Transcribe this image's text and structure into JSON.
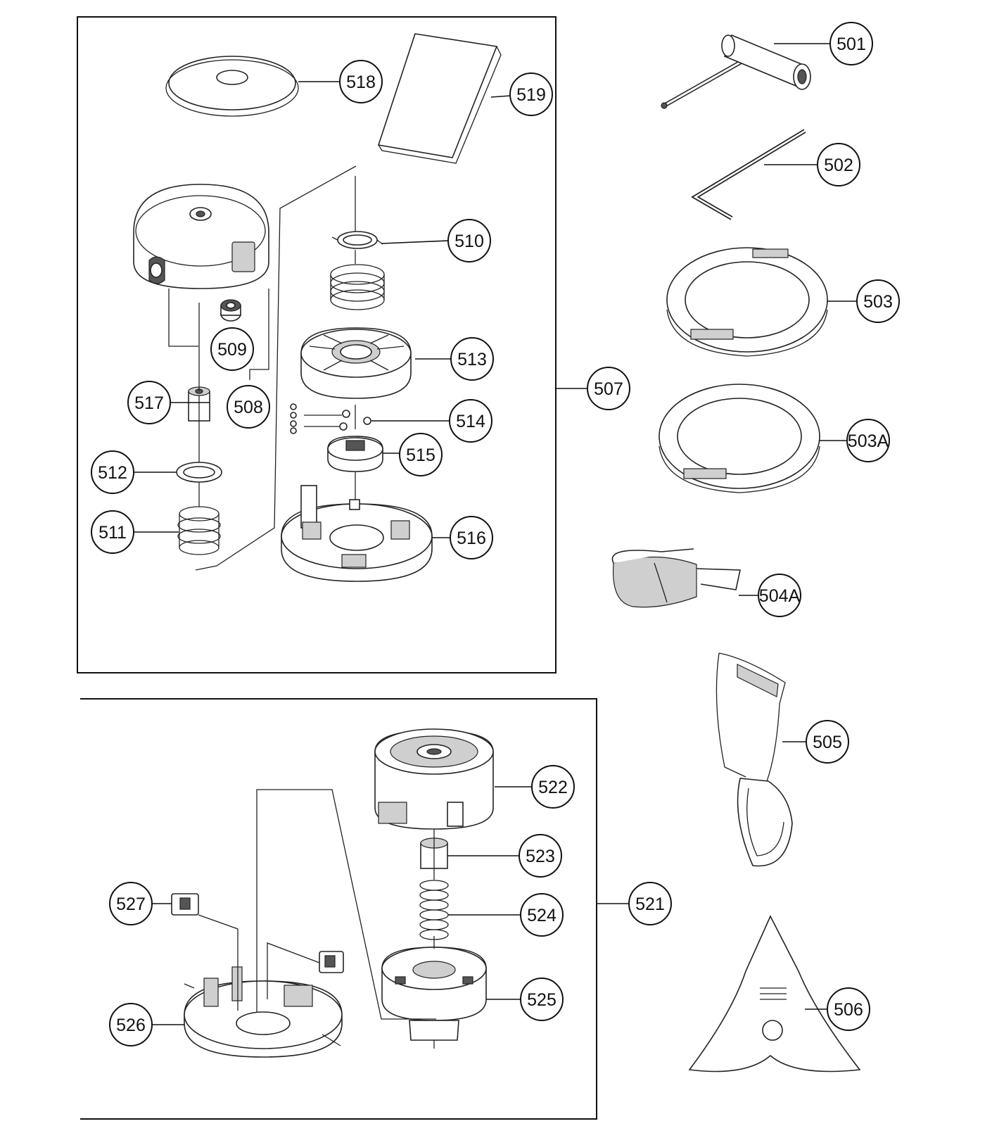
{
  "callouts": {
    "c501": "501",
    "c502": "502",
    "c503": "503",
    "c503A": "503A",
    "c504A": "504A",
    "c505": "505",
    "c506": "506",
    "c507": "507",
    "c508": "508",
    "c509": "509",
    "c510": "510",
    "c511": "511",
    "c512": "512",
    "c513": "513",
    "c514": "514",
    "c515": "515",
    "c516": "516",
    "c517": "517",
    "c518": "518",
    "c519": "519",
    "c521": "521",
    "c522": "522",
    "c523": "523",
    "c524": "524",
    "c525": "525",
    "c526": "526",
    "c527": "527"
  },
  "colors": {
    "line": "#111111",
    "background": "#ffffff",
    "shade": "#cfcfcf"
  }
}
